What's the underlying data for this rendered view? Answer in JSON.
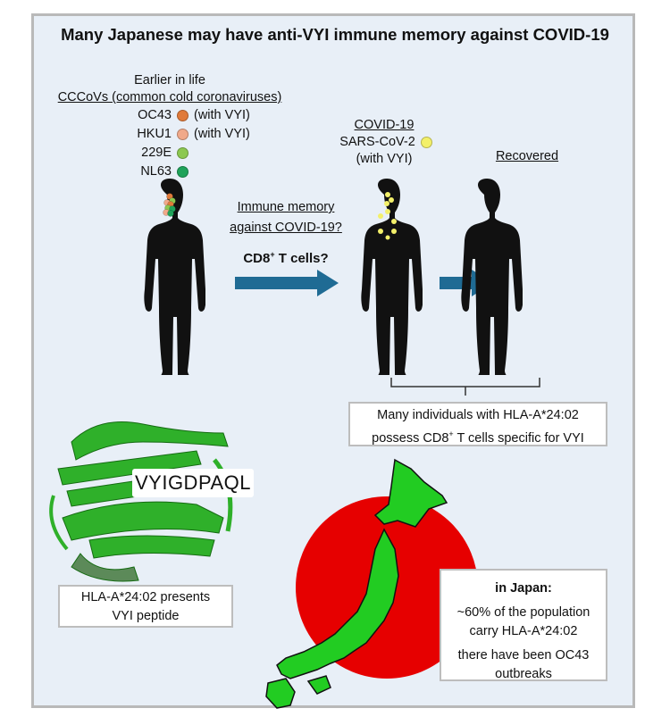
{
  "title": "Many Japanese may have anti-VYI immune memory against COVID-19",
  "left_panel": {
    "heading": "Earlier in life",
    "subheading": "CCCoVs (common cold coronaviruses)",
    "viruses": [
      {
        "name": "OC43",
        "note": "(with VYI)",
        "color": "#e07a3a"
      },
      {
        "name": "HKU1",
        "note": "(with VYI)",
        "color": "#f0a98a"
      },
      {
        "name": "229E",
        "note": "",
        "color": "#8cc850"
      },
      {
        "name": "NL63",
        "note": "",
        "color": "#1fa35a"
      }
    ]
  },
  "arrow_label": {
    "line1": "Immune memory",
    "line2": "against COVID-19?",
    "cells": "CD8",
    "sup": "+",
    "cells_rest": " T cells?"
  },
  "middle_panel": {
    "heading": "COVID-19",
    "virus": "SARS-CoV-2",
    "note": "(with VYI)",
    "color": "#f3f06a"
  },
  "right_panel": {
    "heading": "Recovered"
  },
  "bracket_box": {
    "line1": "Many individuals with HLA-A*24:02",
    "line2_a": "possess CD8",
    "line2_sup": "+",
    "line2_b": " T cells specific for VYI"
  },
  "peptide_label": "VYIGDPAQL",
  "hla_box": {
    "line1": "HLA-A*24:02  presents",
    "line2": "VYI peptide"
  },
  "japan_box": {
    "heading": "in Japan:",
    "line1": "~60% of the population",
    "line2": "carry HLA-A*24:02",
    "line3": "there have been OC43",
    "line4": "outbreaks"
  },
  "colors": {
    "arrow": "#1f6b94",
    "silhouette": "#111111",
    "protein": "#2fb02a",
    "sun": "#e60000",
    "japan": "#22cc22",
    "background": "#e8eff7"
  }
}
